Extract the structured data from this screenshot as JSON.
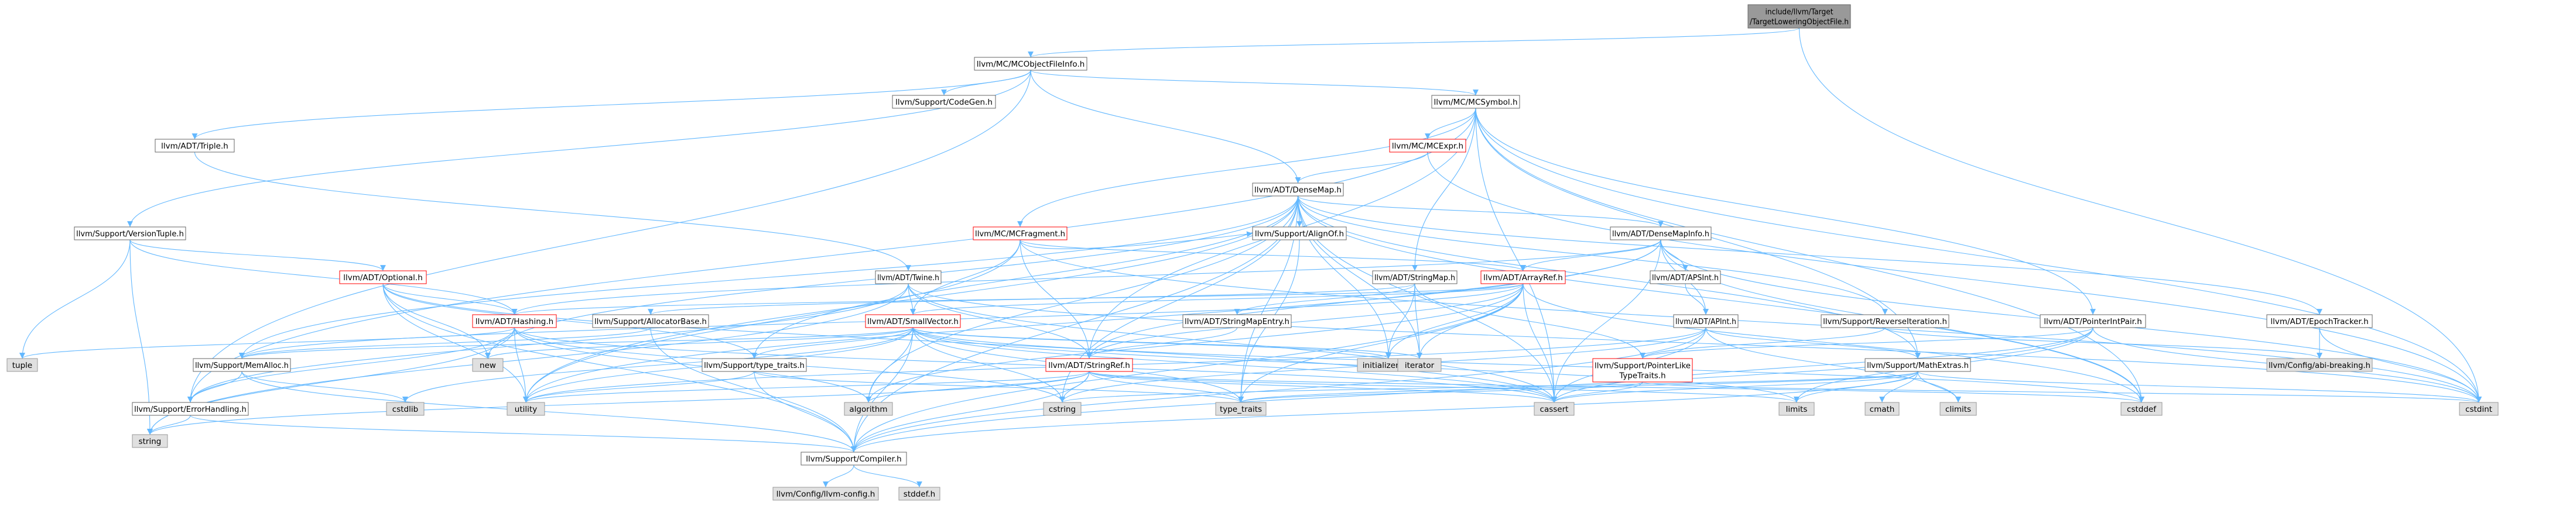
{
  "colors": {
    "edge": "#63b8ff",
    "border_default": "#666666",
    "border_red": "#ff0000",
    "border_gray": "#999999",
    "fill_default": "#ffffff",
    "fill_root": "#999999",
    "fill_gray": "#e0e0e0",
    "text": "#000000"
  },
  "nodes": [
    {
      "id": "root",
      "label": "include/llvm/Target\n/TargetLoweringObjectFile.h",
      "style": "root"
    },
    {
      "id": "mcobjfileinfo",
      "label": "llvm/MC/MCObjectFileInfo.h",
      "style": "normal"
    },
    {
      "id": "codegen",
      "label": "llvm/Support/CodeGen.h",
      "style": "normal"
    },
    {
      "id": "mcsymbol",
      "label": "llvm/MC/MCSymbol.h",
      "style": "normal"
    },
    {
      "id": "triple",
      "label": "llvm/ADT/Triple.h",
      "style": "normal"
    },
    {
      "id": "mcexpr",
      "label": "llvm/MC/MCExpr.h",
      "style": "red"
    },
    {
      "id": "densemap",
      "label": "llvm/ADT/DenseMap.h",
      "style": "normal"
    },
    {
      "id": "versiontuple",
      "label": "llvm/Support/VersionTuple.h",
      "style": "normal"
    },
    {
      "id": "mcfragment",
      "label": "llvm/MC/MCFragment.h",
      "style": "red"
    },
    {
      "id": "alignof",
      "label": "llvm/Support/AlignOf.h",
      "style": "normal"
    },
    {
      "id": "densemapinfo",
      "label": "llvm/ADT/DenseMapInfo.h",
      "style": "normal"
    },
    {
      "id": "optional",
      "label": "llvm/ADT/Optional.h",
      "style": "red"
    },
    {
      "id": "twine",
      "label": "llvm/ADT/Twine.h",
      "style": "normal"
    },
    {
      "id": "stringmap",
      "label": "llvm/ADT/StringMap.h",
      "style": "normal"
    },
    {
      "id": "arrayref",
      "label": "llvm/ADT/ArrayRef.h",
      "style": "red"
    },
    {
      "id": "apsint",
      "label": "llvm/ADT/APSInt.h",
      "style": "normal"
    },
    {
      "id": "hashing",
      "label": "llvm/ADT/Hashing.h",
      "style": "red"
    },
    {
      "id": "allocatorbase",
      "label": "llvm/Support/AllocatorBase.h",
      "style": "normal"
    },
    {
      "id": "smallvector",
      "label": "llvm/ADT/SmallVector.h",
      "style": "red"
    },
    {
      "id": "stringmapentry",
      "label": "llvm/ADT/StringMapEntry.h",
      "style": "normal"
    },
    {
      "id": "apint",
      "label": "llvm/ADT/APInt.h",
      "style": "normal"
    },
    {
      "id": "reverseiteration",
      "label": "llvm/Support/ReverseIteration.h",
      "style": "normal"
    },
    {
      "id": "pointerintpair",
      "label": "llvm/ADT/PointerIntPair.h",
      "style": "normal"
    },
    {
      "id": "epochtracker",
      "label": "llvm/ADT/EpochTracker.h",
      "style": "normal"
    },
    {
      "id": "tuple",
      "label": "tuple",
      "style": "gray"
    },
    {
      "id": "memalloc",
      "label": "llvm/Support/MemAlloc.h",
      "style": "normal"
    },
    {
      "id": "new",
      "label": "new",
      "style": "gray"
    },
    {
      "id": "typetraitsh",
      "label": "llvm/Support/type_traits.h",
      "style": "normal"
    },
    {
      "id": "stringref",
      "label": "llvm/ADT/StringRef.h",
      "style": "red"
    },
    {
      "id": "initializer_list",
      "label": "initializer_list",
      "style": "gray"
    },
    {
      "id": "iterator",
      "label": "iterator",
      "style": "gray"
    },
    {
      "id": "pointerliketypetraits",
      "label": "llvm/Support/PointerLike\nTypeTraits.h",
      "style": "red"
    },
    {
      "id": "mathextras",
      "label": "llvm/Support/MathExtras.h",
      "style": "normal"
    },
    {
      "id": "abibreaking",
      "label": "llvm/Config/abi-breaking.h",
      "style": "gray"
    },
    {
      "id": "errorhandling",
      "label": "llvm/Support/ErrorHandling.h",
      "style": "normal"
    },
    {
      "id": "cstdlib",
      "label": "cstdlib",
      "style": "gray"
    },
    {
      "id": "utility",
      "label": "utility",
      "style": "gray"
    },
    {
      "id": "algorithm",
      "label": "algorithm",
      "style": "gray"
    },
    {
      "id": "cstring",
      "label": "cstring",
      "style": "gray"
    },
    {
      "id": "type_traits",
      "label": "type_traits",
      "style": "gray"
    },
    {
      "id": "cassert",
      "label": "cassert",
      "style": "gray"
    },
    {
      "id": "limits",
      "label": "limits",
      "style": "gray"
    },
    {
      "id": "cmath",
      "label": "cmath",
      "style": "gray"
    },
    {
      "id": "climits",
      "label": "climits",
      "style": "gray"
    },
    {
      "id": "cstddef",
      "label": "cstddef",
      "style": "gray"
    },
    {
      "id": "cstdint",
      "label": "cstdint",
      "style": "gray"
    },
    {
      "id": "string",
      "label": "string",
      "style": "gray"
    },
    {
      "id": "compiler",
      "label": "llvm/Support/Compiler.h",
      "style": "normal"
    },
    {
      "id": "llvmconfig",
      "label": "llvm/Config/llvm-config.h",
      "style": "gray"
    },
    {
      "id": "stddef",
      "label": "stddef.h",
      "style": "gray"
    }
  ],
  "edges": [
    [
      "root",
      "mcobjfileinfo"
    ],
    [
      "root",
      "cstdint"
    ],
    [
      "mcobjfileinfo",
      "codegen"
    ],
    [
      "mcobjfileinfo",
      "mcsymbol"
    ],
    [
      "mcobjfileinfo",
      "triple"
    ],
    [
      "mcobjfileinfo",
      "densemap"
    ],
    [
      "mcobjfileinfo",
      "versiontuple"
    ],
    [
      "mcobjfileinfo",
      "errorhandling"
    ],
    [
      "mcsymbol",
      "mcexpr"
    ],
    [
      "mcsymbol",
      "mcfragment"
    ],
    [
      "mcsymbol",
      "stringmap"
    ],
    [
      "mcsymbol",
      "stringref"
    ],
    [
      "mcsymbol",
      "pointerintpair"
    ],
    [
      "mcsymbol",
      "mathextras"
    ],
    [
      "mcsymbol",
      "errorhandling"
    ],
    [
      "mcsymbol",
      "cassert"
    ],
    [
      "mcsymbol",
      "cstddef"
    ],
    [
      "mcsymbol",
      "cstdint"
    ],
    [
      "mcexpr",
      "densemap"
    ],
    [
      "mcexpr",
      "cstdint"
    ],
    [
      "triple",
      "twine"
    ],
    [
      "densemap",
      "densemapinfo"
    ],
    [
      "densemap",
      "epochtracker"
    ],
    [
      "densemap",
      "alignof"
    ],
    [
      "densemap",
      "compiler"
    ],
    [
      "densemap",
      "mathextras"
    ],
    [
      "densemap",
      "memalloc"
    ],
    [
      "densemap",
      "reverseiteration"
    ],
    [
      "densemap",
      "typetraitsh"
    ],
    [
      "densemap",
      "algorithm"
    ],
    [
      "densemap",
      "cassert"
    ],
    [
      "densemap",
      "cstddef"
    ],
    [
      "densemap",
      "cstring"
    ],
    [
      "densemap",
      "initializer_list"
    ],
    [
      "densemap",
      "iterator"
    ],
    [
      "densemap",
      "new"
    ],
    [
      "densemap",
      "type_traits"
    ],
    [
      "densemap",
      "utility"
    ],
    [
      "versiontuple",
      "hashing"
    ],
    [
      "versiontuple",
      "optional"
    ],
    [
      "versiontuple",
      "string"
    ],
    [
      "versiontuple",
      "tuple"
    ],
    [
      "mcfragment",
      "arrayref"
    ],
    [
      "mcfragment",
      "smallvector"
    ],
    [
      "mcfragment",
      "stringref"
    ],
    [
      "mcfragment",
      "alignof"
    ],
    [
      "mcfragment",
      "cstdint"
    ],
    [
      "mcfragment",
      "utility"
    ],
    [
      "alignof",
      "type_traits"
    ],
    [
      "densemapinfo",
      "apint"
    ],
    [
      "densemapinfo",
      "apsint"
    ],
    [
      "densemapinfo",
      "arrayref"
    ],
    [
      "densemapinfo",
      "hashing"
    ],
    [
      "densemapinfo",
      "stringref"
    ],
    [
      "densemapinfo",
      "cassert"
    ],
    [
      "densemapinfo",
      "cstddef"
    ],
    [
      "densemapinfo",
      "cstdint"
    ],
    [
      "densemapinfo",
      "utility"
    ],
    [
      "optional",
      "hashing"
    ],
    [
      "optional",
      "compiler"
    ],
    [
      "optional",
      "typetraitsh"
    ],
    [
      "optional",
      "cassert"
    ],
    [
      "optional",
      "new"
    ],
    [
      "optional",
      "utility"
    ],
    [
      "twine",
      "smallvector"
    ],
    [
      "twine",
      "stringref"
    ],
    [
      "twine",
      "errorhandling"
    ],
    [
      "twine",
      "cassert"
    ],
    [
      "twine",
      "cstdint"
    ],
    [
      "twine",
      "string"
    ],
    [
      "stringmap",
      "stringmapentry"
    ],
    [
      "stringmap",
      "allocatorbase"
    ],
    [
      "stringmap",
      "pointerliketypetraits"
    ],
    [
      "stringmap",
      "initializer_list"
    ],
    [
      "stringmap",
      "iterator"
    ],
    [
      "arrayref",
      "hashing"
    ],
    [
      "arrayref",
      "smallvector"
    ],
    [
      "arrayref",
      "stringref"
    ],
    [
      "arrayref",
      "compiler"
    ],
    [
      "arrayref",
      "algorithm"
    ],
    [
      "arrayref",
      "cassert"
    ],
    [
      "arrayref",
      "cstddef"
    ],
    [
      "arrayref",
      "initializer_list"
    ],
    [
      "arrayref",
      "iterator"
    ],
    [
      "arrayref",
      "type_traits"
    ],
    [
      "arrayref",
      "memalloc"
    ],
    [
      "apsint",
      "apint"
    ],
    [
      "hashing",
      "errorhandling"
    ],
    [
      "hashing",
      "algorithm"
    ],
    [
      "hashing",
      "cassert"
    ],
    [
      "hashing",
      "cstring"
    ],
    [
      "hashing",
      "string"
    ],
    [
      "hashing",
      "tuple"
    ],
    [
      "hashing",
      "utility"
    ],
    [
      "allocatorbase",
      "compiler"
    ],
    [
      "allocatorbase",
      "memalloc"
    ],
    [
      "smallvector",
      "compiler"
    ],
    [
      "smallvector",
      "typetraitsh"
    ],
    [
      "smallvector",
      "algorithm"
    ],
    [
      "smallvector",
      "cassert"
    ],
    [
      "smallvector",
      "cstddef"
    ],
    [
      "smallvector",
      "cstdlib"
    ],
    [
      "smallvector",
      "cstring"
    ],
    [
      "smallvector",
      "functional"
    ],
    [
      "smallvector",
      "initializer_list"
    ],
    [
      "smallvector",
      "iterator"
    ],
    [
      "smallvector",
      "limits"
    ],
    [
      "smallvector",
      "memalloc"
    ],
    [
      "smallvector",
      "new"
    ],
    [
      "smallvector",
      "type_traits"
    ],
    [
      "smallvector",
      "utility"
    ],
    [
      "stringmapentry",
      "stringref"
    ],
    [
      "apint",
      "mathextras"
    ],
    [
      "apint",
      "compiler"
    ],
    [
      "apint",
      "cassert"
    ],
    [
      "apint",
      "climits"
    ],
    [
      "apint",
      "cstring"
    ],
    [
      "apint",
      "utility"
    ],
    [
      "reverseiteration",
      "pointerliketypetraits"
    ],
    [
      "reverseiteration",
      "abibreaking"
    ],
    [
      "pointerintpair",
      "pointerliketypetraits"
    ],
    [
      "pointerintpair",
      "compiler"
    ],
    [
      "pointerintpair",
      "cassert"
    ],
    [
      "pointerintpair",
      "cstdint"
    ],
    [
      "pointerintpair",
      "limits"
    ],
    [
      "epochtracker",
      "abibreaking"
    ],
    [
      "epochtracker",
      "cstdint"
    ],
    [
      "memalloc",
      "compiler"
    ],
    [
      "memalloc",
      "errorhandling"
    ],
    [
      "memalloc",
      "cstdlib"
    ],
    [
      "typetraitsh",
      "compiler"
    ],
    [
      "typetraitsh",
      "type_traits"
    ],
    [
      "typetraitsh",
      "utility"
    ],
    [
      "stringref",
      "compiler"
    ],
    [
      "stringref",
      "algorithm"
    ],
    [
      "stringref",
      "cassert"
    ],
    [
      "stringref",
      "cstddef"
    ],
    [
      "stringref",
      "cstring"
    ],
    [
      "stringref",
      "limits"
    ],
    [
      "stringref",
      "string"
    ],
    [
      "stringref",
      "type_traits"
    ],
    [
      "stringref",
      "utility"
    ],
    [
      "pointerliketypetraits",
      "cassert"
    ],
    [
      "pointerliketypetraits",
      "cstdint"
    ],
    [
      "pointerliketypetraits",
      "type_traits"
    ],
    [
      "mathextras",
      "compiler"
    ],
    [
      "mathextras",
      "cassert"
    ],
    [
      "mathextras",
      "climits"
    ],
    [
      "mathextras",
      "cmath"
    ],
    [
      "mathextras",
      "cstdint"
    ],
    [
      "mathextras",
      "cstring"
    ],
    [
      "mathextras",
      "limits"
    ],
    [
      "mathextras",
      "type_traits"
    ],
    [
      "errorhandling",
      "compiler"
    ],
    [
      "errorhandling",
      "string"
    ],
    [
      "compiler",
      "llvmconfig"
    ],
    [
      "compiler",
      "stddef"
    ]
  ]
}
